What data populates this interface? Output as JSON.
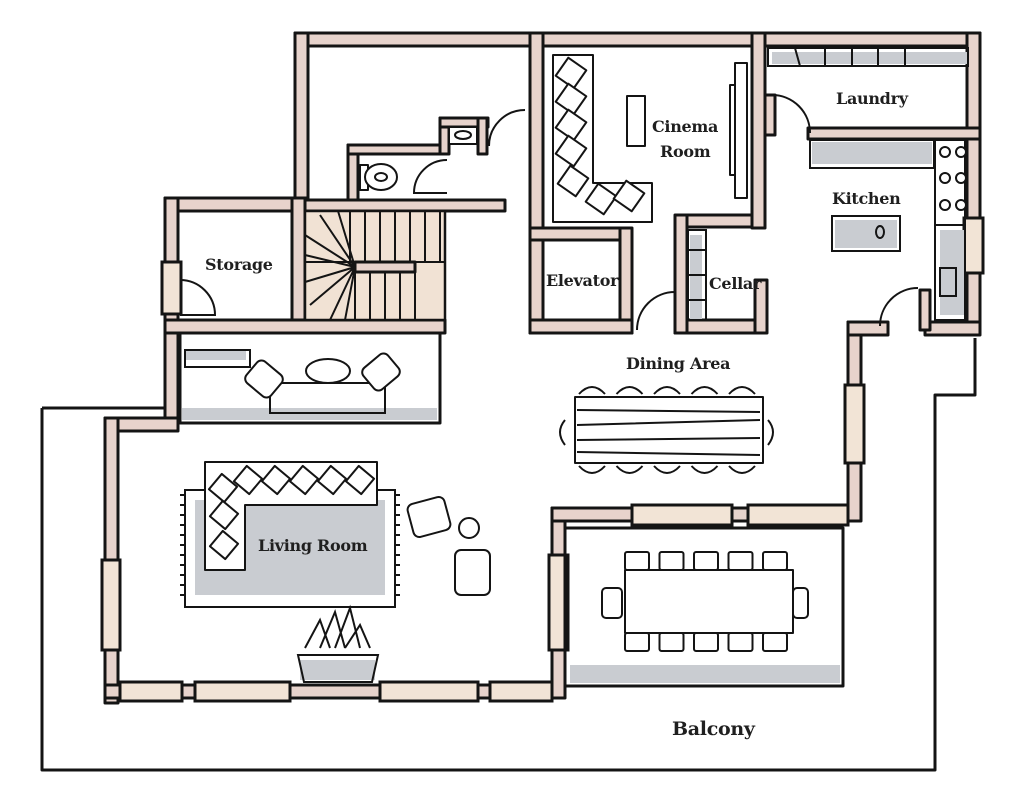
{
  "plan": {
    "title": "Floor Plan",
    "colors": {
      "wall_fill": "#e7d3cc",
      "window_fill": "#f2e4d6",
      "stair_fill": "#f1e2d4",
      "outline": "#141414",
      "furniture_shadow": "#c9ccd1",
      "background": "#ffffff"
    },
    "rooms": {
      "cinema_line1": "Cinema",
      "cinema_line2": "Room",
      "laundry": "Laundry",
      "kitchen": "Kitchen",
      "storage": "Storage",
      "elevator": "Elevator",
      "cellar": "Cellar",
      "dining_area": "Dining Area",
      "living_room": "Living Room",
      "balcony": "Balcony"
    },
    "furniture": {
      "dining_area_chairs": 12,
      "balcony_table_chairs": 12,
      "kitchen_burners": 6
    }
  }
}
